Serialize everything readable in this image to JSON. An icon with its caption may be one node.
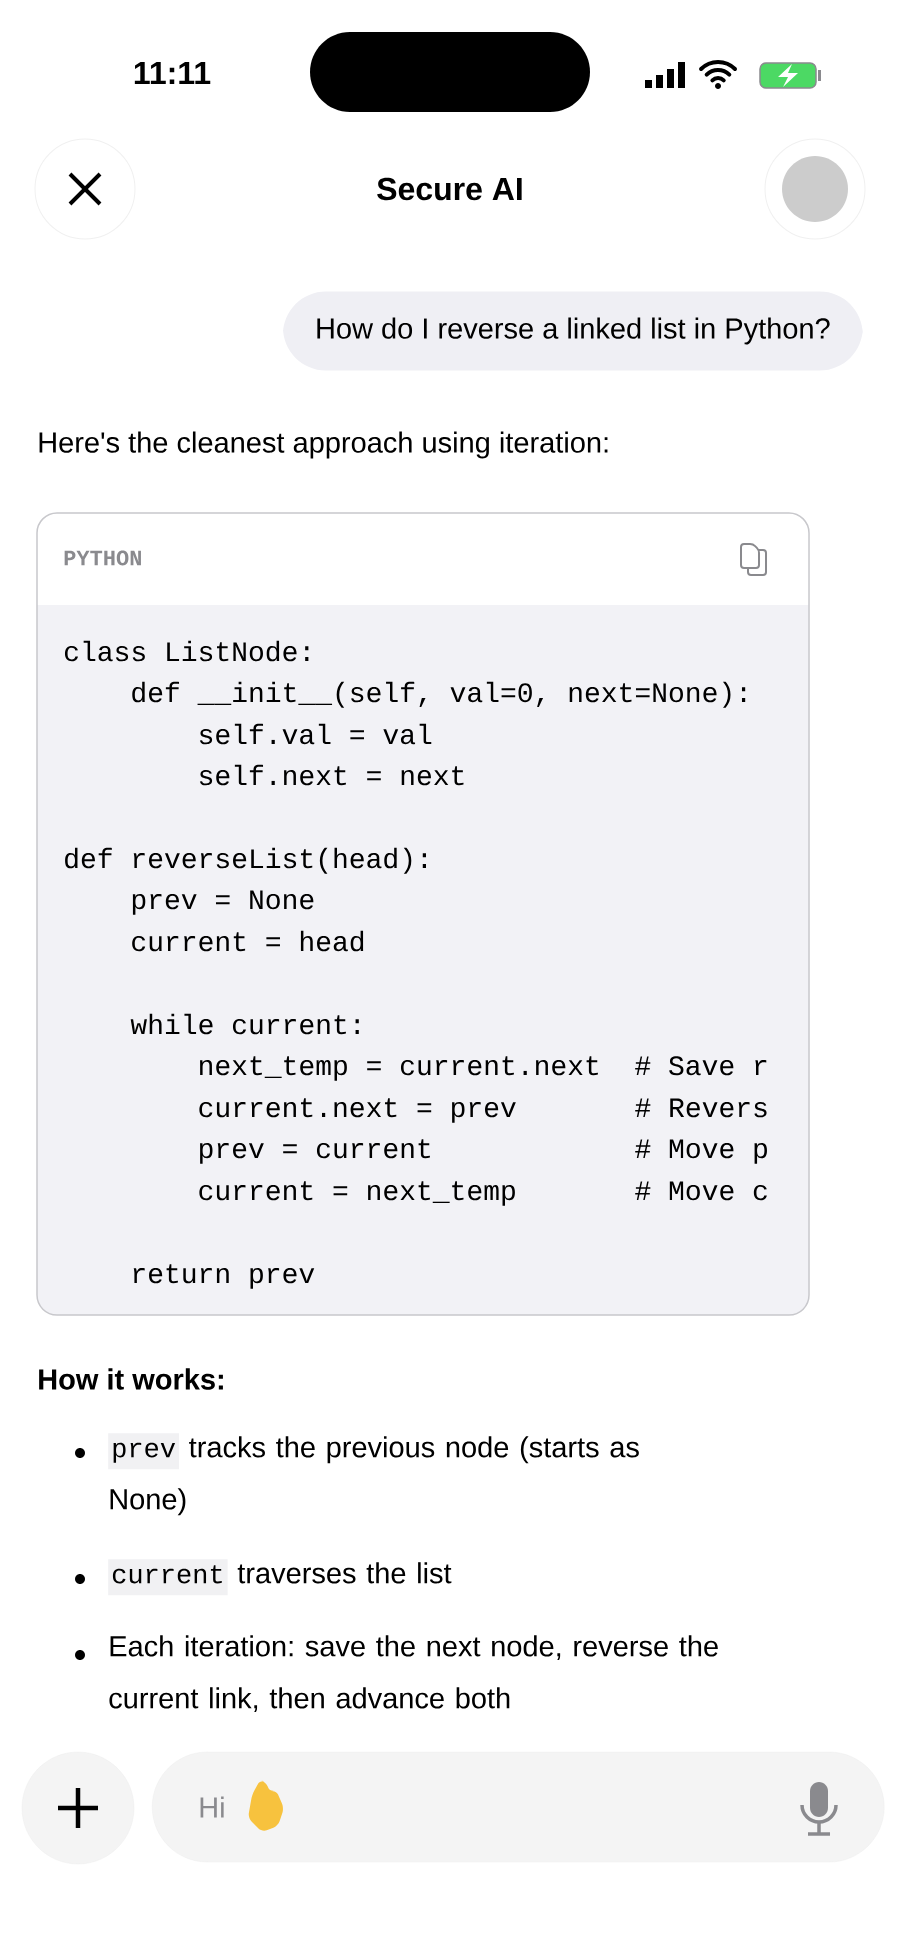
{
  "diagram": {
    "title": "Secure AI",
    "nodes": [
      {
        "text": [
          "How do I reverse a linked list in Python?"
        ]
      },
      {
        "text": [
          "PYTHON"
        ]
      },
      {
        "text": [
          "Hi"
        ]
      }
    ],
    "labels": [
      "11:11",
      "Here's the cleanest approach using iteration:",
      "class ListNode:",
      "def __init__(self, val=0, next=None):",
      "self.val = val",
      "self.next = next",
      "def reverseList(head):",
      "prev = None",
      "current = head",
      "while current:",
      "next_temp = current.next  # Save r",
      "current.next = prev       # Revers",
      "prev = current            # Move p",
      "current = next_temp       # Move c",
      "return prev",
      "How it works:",
      "prev",
      "tracks the previous node (starts as None)",
      "current",
      "traverses the list",
      "Each iteration: save the next node, reverse the current link, then advance both"
    ]
  }
}
